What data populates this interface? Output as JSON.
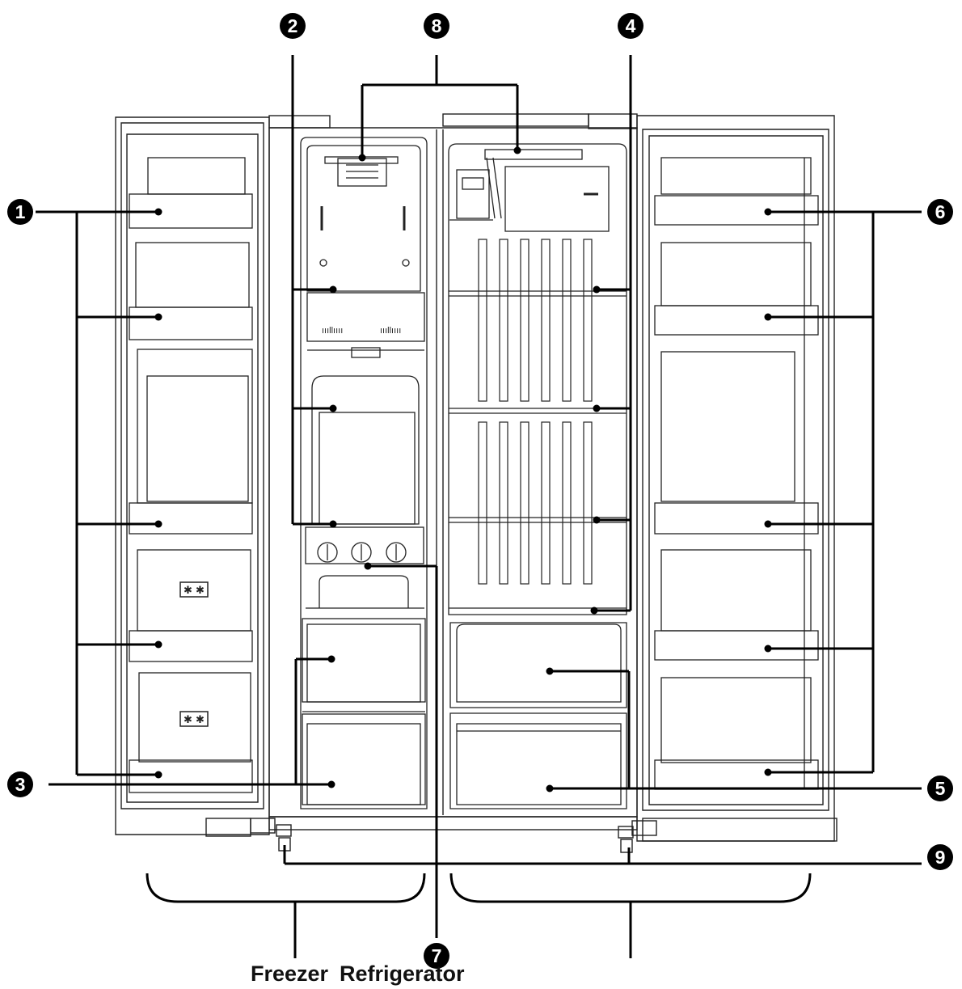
{
  "callouts": [
    {
      "id": "1",
      "label": "❶"
    },
    {
      "id": "2",
      "label": "❷"
    },
    {
      "id": "3",
      "label": "❸"
    },
    {
      "id": "4",
      "label": "❹"
    },
    {
      "id": "5",
      "label": "❺"
    },
    {
      "id": "6",
      "label": "❻"
    },
    {
      "id": "7",
      "label": "❼"
    },
    {
      "id": "8",
      "label": "❽"
    },
    {
      "id": "9",
      "label": "❾"
    }
  ],
  "caption": {
    "freezer": "Freezer",
    "refrigerator": "Refrigerator"
  },
  "freezer_compartment_marks": [
    "✱ ✱",
    "✱ ✱"
  ]
}
